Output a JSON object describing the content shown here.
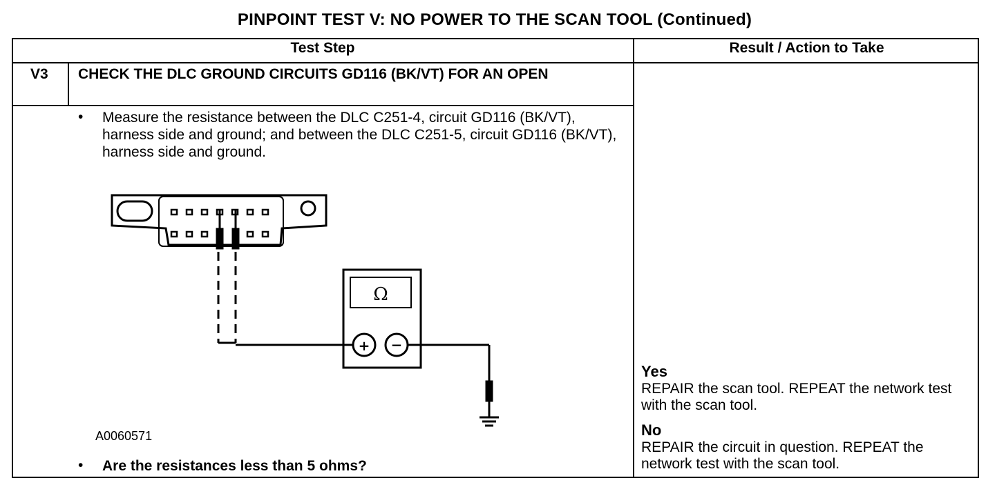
{
  "page": {
    "title": "PINPOINT TEST  V: NO POWER TO THE SCAN TOOL (Continued)"
  },
  "table": {
    "headers": {
      "test_step": "Test Step",
      "result": "Result / Action to Take"
    },
    "step": {
      "id": "V3",
      "title": "CHECK THE DLC GROUND CIRCUITS GD116 (BK/VT) FOR AN OPEN",
      "bullet_symbol": "•",
      "instruction": "Measure the resistance between the DLC C251-4, circuit GD116 (BK/VT), harness side and ground; and between the DLC C251-5, circuit GD116 (BK/VT), harness side and ground.",
      "figure_id": "A0060571",
      "question": "Are the resistances less than 5 ohms?"
    },
    "results": [
      {
        "label": "Yes",
        "action": "REPAIR the scan tool. REPEAT the network test with the scan tool."
      },
      {
        "label": "No",
        "action": "REPAIR the circuit in question. REPEAT the network test with the scan tool."
      }
    ]
  },
  "diagram": {
    "meter_symbol": "Ω",
    "plus_symbol": "+",
    "minus_symbol": "−",
    "icons": [
      "dlc-connector-icon",
      "ohmmeter-icon",
      "ground-symbol-icon"
    ]
  }
}
